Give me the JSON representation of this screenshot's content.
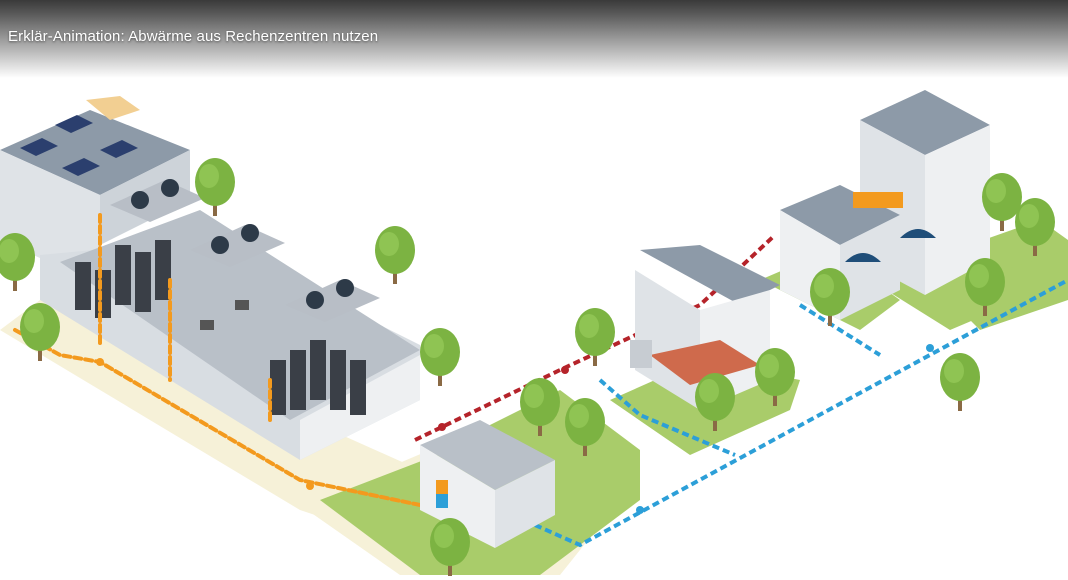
{
  "video": {
    "title": "Erklär-Animation: Abwärme aus Rechenzentren nutzen"
  },
  "colors": {
    "hot_flow": "#f39a1e",
    "warm_return": "#b5232a",
    "cold_flow": "#2c9fd8",
    "grass": "#9cc35f",
    "building": "#e8ebee",
    "roof": "#8d9aa8",
    "tree": "#7cb342"
  },
  "scene": {
    "icons": [
      "data-center-building",
      "server-rack",
      "cooling-fan",
      "solar-panel",
      "heat-pump-station",
      "single-family-house",
      "apartment-building",
      "tree"
    ]
  }
}
